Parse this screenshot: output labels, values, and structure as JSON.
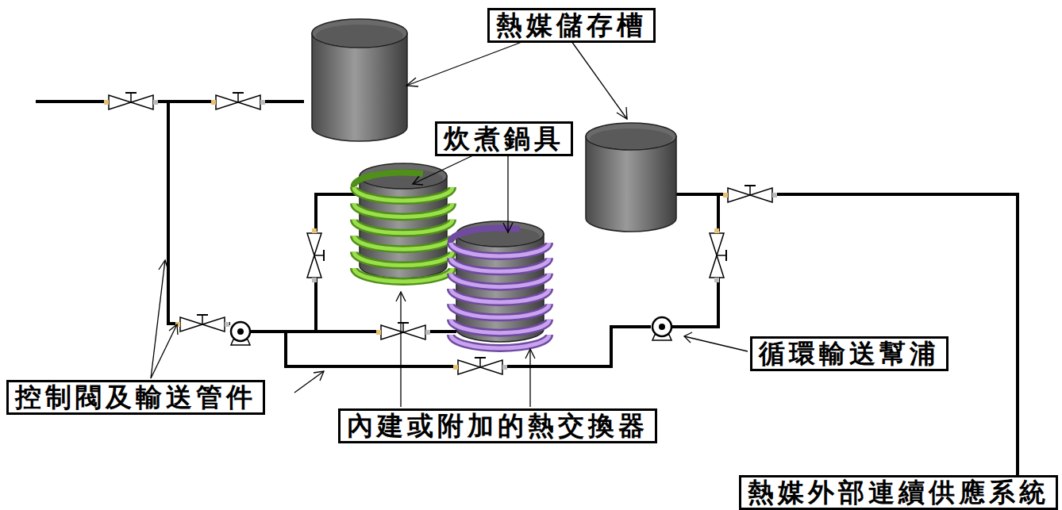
{
  "diagram": {
    "nodes": [
      {
        "text": [
          "熱媒儲存槽"
        ]
      },
      {
        "text": [
          "炊煮鍋具"
        ]
      },
      {
        "text": [
          "循環輸送幫浦"
        ]
      },
      {
        "text": [
          "控制閥及輸送管件"
        ]
      },
      {
        "text": [
          "內建或附加的熱交換器"
        ]
      },
      {
        "text": [
          "熱媒外部連續供應系統"
        ]
      }
    ]
  }
}
